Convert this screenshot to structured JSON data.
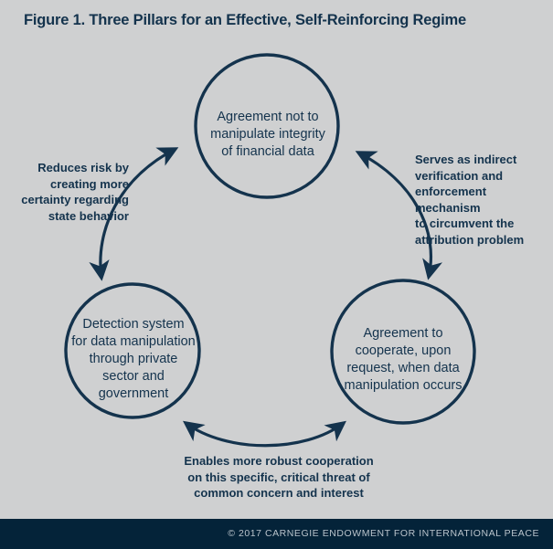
{
  "figure": {
    "title": "Figure 1. Three Pillars for an Effective, Self-Reinforcing Regime",
    "background_color": "#cfd0d1",
    "ink_color": "#14334d",
    "footer_bar_color": "#042339",
    "footer_text_color": "#b9c3cb"
  },
  "nodes": {
    "top": {
      "id": "agreement-not-to-manipulate",
      "line1": "Agreement not to",
      "line2": "manipulate integrity",
      "line3": "of financial data"
    },
    "left": {
      "id": "detection-system",
      "line1": "Detection system",
      "line2": "for data manipulation",
      "line3": "through private",
      "line4": "sector and",
      "line5": "government"
    },
    "right": {
      "id": "agreement-to-cooperate",
      "line1": "Agreement to",
      "line2": "cooperate, upon",
      "line3": "request, when data",
      "line4": "manipulation occurs"
    }
  },
  "annotations": {
    "left": {
      "id": "reduces-risk",
      "line1": "Reduces risk by",
      "line2": "creating more",
      "line3": "certainty regarding",
      "line4": "state behavior"
    },
    "right": {
      "id": "serves-as-indirect-verification",
      "line1": "Serves as indirect",
      "line2": "verification and",
      "line3": "enforcement mechanism",
      "line4": "to circumvent the",
      "line5": "attribution problem"
    },
    "bottom": {
      "id": "enables-robust-cooperation",
      "line1": "Enables more robust cooperation",
      "line2": "on this specific, critical threat of",
      "line3": "common concern and interest"
    }
  },
  "footer": {
    "copyright": "© 2017 CARNEGIE ENDOWMENT FOR INTERNATIONAL PEACE"
  }
}
